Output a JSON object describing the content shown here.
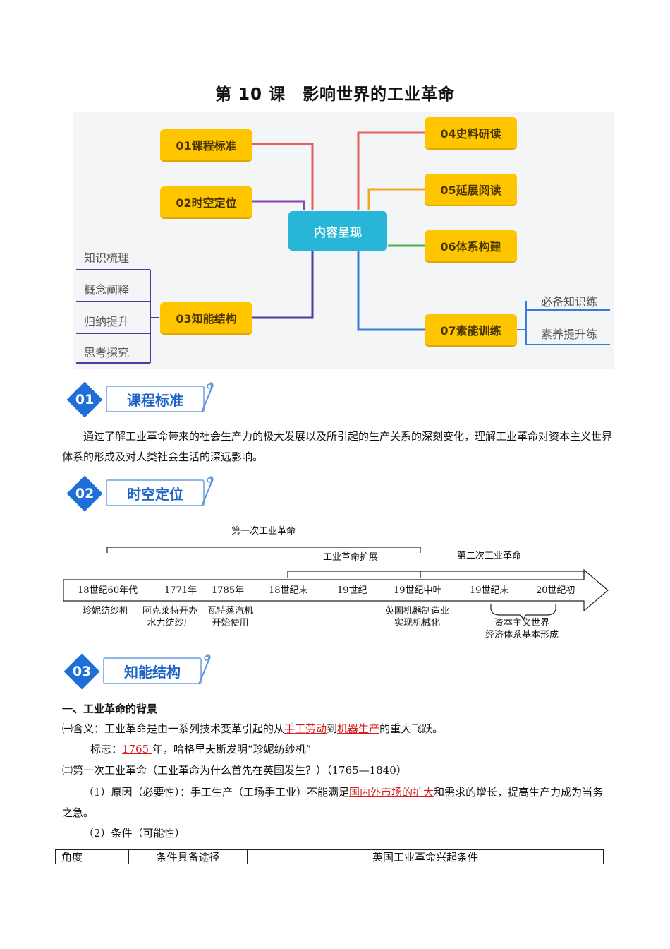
{
  "title": "第 10 课　影响世界的工业革命",
  "mindmap": {
    "center": "内容呈现",
    "nodes": [
      "01课程标准",
      "02时空定位",
      "03知能结构",
      "04史料研读",
      "05延展阅读",
      "06体系构建",
      "07素能训练"
    ],
    "left_leaves": [
      "知识梳理",
      "概念阐释",
      "归纳提升",
      "思考探究"
    ],
    "right_leaves": [
      "必备知识练",
      "素养提升练"
    ]
  },
  "sections": [
    {
      "num": "01",
      "label": "课程标准"
    },
    {
      "num": "02",
      "label": "时空定位"
    },
    {
      "num": "03",
      "label": "知能结构"
    }
  ],
  "standard_text": "通过了解工业革命带来的社会生产力的极大发展以及所引起的生产关系的深刻变化，理解工业革命对资本主义世界体系的形成及对人类社会生活的深远影响。",
  "timeline": {
    "brace_top": "第一次工业革命",
    "brace_mid": "工业革命扩展",
    "brace_right": "第二次工业革命",
    "ticks": [
      "18世纪60年代",
      "1771年",
      "1785年",
      "18世纪末",
      "19世纪",
      "19世纪中叶",
      "19世纪末",
      "20世纪初"
    ],
    "events": [
      {
        "line1": "珍妮纺纱机",
        "line2": ""
      },
      {
        "line1": "阿克莱特开办",
        "line2": "水力纺纱厂"
      },
      {
        "line1": "瓦特蒸汽机",
        "line2": "开始使用"
      },
      {
        "line1": "英国机器制造业",
        "line2": "实现机械化"
      },
      {
        "line1": "资本主义世界",
        "line2": "经济体系基本形成"
      }
    ]
  },
  "outline": {
    "h1": "一、工业革命的背景",
    "def_prefix": "㈠含义：工业革命是由一系列技术变革引起的从",
    "def_red1": "手工劳动",
    "def_mid": "到",
    "def_red2": "机器生产",
    "def_suffix": "的重大飞跃。",
    "mark_prefix": "标志：",
    "mark_red": "1765 ",
    "mark_suffix": "年，哈格里夫斯发明“珍妮纺纱机”",
    "second": "㈡第一次工业革命（工业革命为什么首先在英国发生？）（1765—1840）",
    "reason_prefix": "（1）原因（必要性）：手工生产（工场手工业）不能满足",
    "reason_red": "国内外市场的扩大",
    "reason_suffix": "和需求的增长，提高生产力成为当务之急。",
    "cond": "（2）条件（可能性）"
  },
  "table_headers": [
    "角度",
    "条件具备途径",
    "英国工业革命兴起条件"
  ]
}
